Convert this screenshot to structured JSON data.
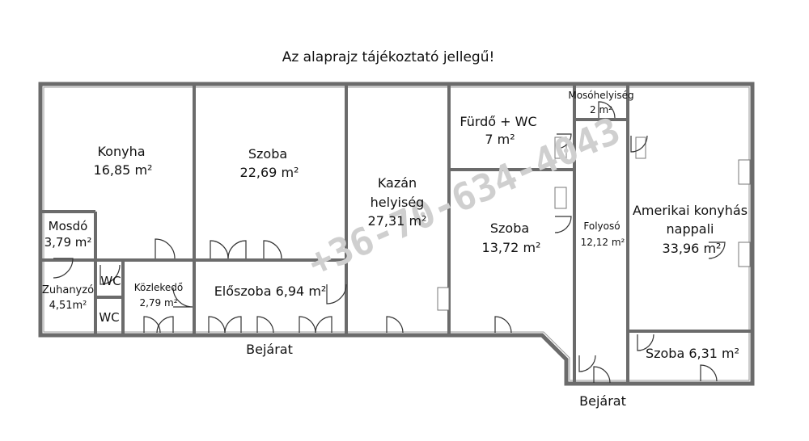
{
  "page_title": "Az alaprajz tájékoztató jellegű!",
  "watermark": "+36-70-634-4043",
  "rooms": {
    "konyha": {
      "name": "Konyha",
      "area": "16,85 m²"
    },
    "szoba1": {
      "name": "Szoba",
      "area": "22,69 m²"
    },
    "kazan_1": "Kazán",
    "kazan_2": "helyiség",
    "kazan_area": "27,31 m²",
    "furdo": {
      "name": "Fürdő + WC",
      "area": "7 m²"
    },
    "moso": {
      "name": "Mosóhelyiség",
      "area": "2 m²"
    },
    "mosdo": {
      "name": "Mosdó",
      "area": "3,79 m²"
    },
    "zuhanyzo": {
      "name": "Zuhanyzó",
      "area": "4,51m²"
    },
    "wc1": "WC",
    "wc2": "WC",
    "kozlekedo": {
      "name": "Közlekedő",
      "area": "2,79 m²"
    },
    "eloszoba": "Előszoba 6,94 m²",
    "szoba2": {
      "name": "Szoba",
      "area": "13,72 m²"
    },
    "folyoso": {
      "name": "Folyosó",
      "area": "12,12 m²"
    },
    "nappali_1": "Amerikai konyhás",
    "nappali_2": "nappali",
    "nappali_area": "33,96 m²",
    "szoba3": "Szoba 6,31 m²"
  },
  "entrances": [
    "Bejárat",
    "Bejárat"
  ]
}
